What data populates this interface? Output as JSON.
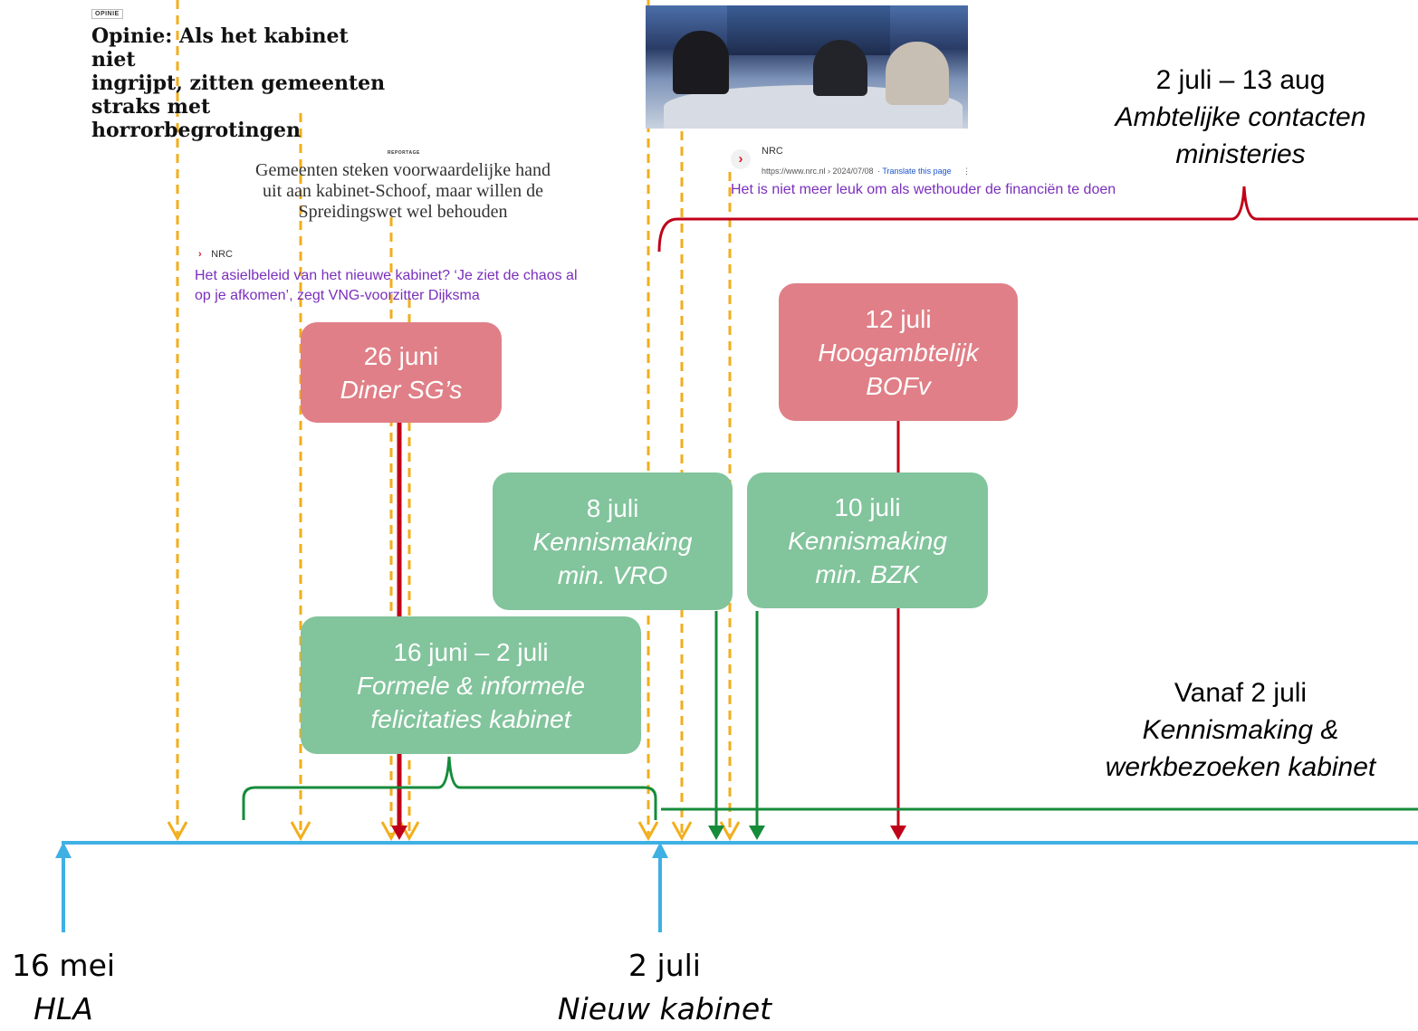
{
  "colors": {
    "axis": "#3fb0e3",
    "orange": "#f2ae1c",
    "red": "#c00018",
    "green": "#168b3a",
    "red_box": "#e07f87",
    "green_box": "#82c49c",
    "nrc_link": "#7a2fbd"
  },
  "timeline": {
    "start": {
      "date": "16 mei",
      "label": "HLA"
    },
    "middle": {
      "date": "2 juli",
      "label": "Nieuw kabinet"
    }
  },
  "clippings": {
    "opinie": {
      "tag": "OPINIE",
      "headline_lines": [
        "Opinie: Als het kabinet niet",
        "ingrijpt, zitten gemeenten",
        "straks met",
        "horrorbegrotingen"
      ]
    },
    "reportage": {
      "tag": "REPORTAGE",
      "headline_lines": [
        "Gemeenten steken voorwaardelijke hand",
        "uit aan kabinet-Schoof, maar willen de",
        "Spreidingswet wel behouden"
      ]
    },
    "nrc_asiel": {
      "source": "NRC",
      "link_lines": [
        "Het asielbeleid van het nieuwe kabinet? ‘Je ziet de chaos al",
        "op je afkomen’, zegt VNG-voorzitter Dijksma"
      ]
    },
    "nrc_wethouder": {
      "source": "NRC",
      "url": "https://www.nrc.nl › 2024/07/08",
      "translate": "Translate this page",
      "link": "Het is niet meer leuk om als wethouder de financiën te doen"
    },
    "tv_icon": "tv-talkshow-image"
  },
  "events": {
    "diner": {
      "date": "26 juni",
      "title": "Diner SG’s"
    },
    "hoogambtelijk": {
      "date": "12 juli",
      "title_lines": [
        "Hoogambtelijk",
        "BOFv"
      ]
    },
    "vro": {
      "date": "8 juli",
      "title_lines": [
        "Kennismaking",
        "min. VRO"
      ]
    },
    "bzk": {
      "date": "10 juli",
      "title_lines": [
        "Kennismaking",
        "min. BZK"
      ]
    },
    "felicitaties": {
      "date": "16 juni – 2 juli",
      "title_lines": [
        "Formele & informele",
        "felicitaties kabinet"
      ]
    }
  },
  "periods": {
    "ambtelijk": {
      "date": "2 juli – 13 aug",
      "title_lines": [
        "Ambtelijke contacten",
        "ministeries"
      ]
    },
    "kennismaking": {
      "date": "Vanaf 2 juli",
      "title_lines": [
        "Kennismaking &",
        "werkbezoeken kabinet"
      ]
    }
  }
}
